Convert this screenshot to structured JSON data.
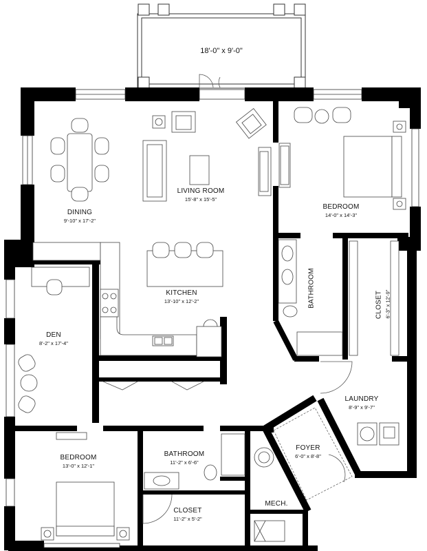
{
  "plan": {
    "balcony_dim": "18'-0\" x 9'-0\"",
    "rooms": {
      "living": {
        "name": "LIVING ROOM",
        "dim": "15'-8\" x 15'-5\""
      },
      "dining": {
        "name": "DINING",
        "dim": "9'-10\" x 17'-2\""
      },
      "kitchen": {
        "name": "KITCHEN",
        "dim": "13'-10\" x 12'-2\""
      },
      "bedroom_main": {
        "name": "BEDROOM",
        "dim": "14'-0\" x 14'-3\""
      },
      "bathroom_main": {
        "name": "BATHROOM"
      },
      "closet_main": {
        "name": "CLOSET",
        "dim": "6'-3\" x 12'-9\""
      },
      "den": {
        "name": "DEN",
        "dim": "8'-2\" x 17'-4\""
      },
      "laundry": {
        "name": "LAUNDRY",
        "dim": "8'-9\" x 9'-7\""
      },
      "foyer": {
        "name": "FOYER",
        "dim": "6'-0\" x 8'-8\""
      },
      "bedroom_second": {
        "name": "BEDROOM",
        "dim": "13'-0\" x 12'-1\""
      },
      "bathroom_second": {
        "name": "BATHROOM",
        "dim": "11'-2\" x 6'-6\""
      },
      "closet_second": {
        "name": "CLOSET",
        "dim": "11'-2\" x 5'-2\""
      },
      "mech": {
        "name": "MECH."
      }
    }
  }
}
